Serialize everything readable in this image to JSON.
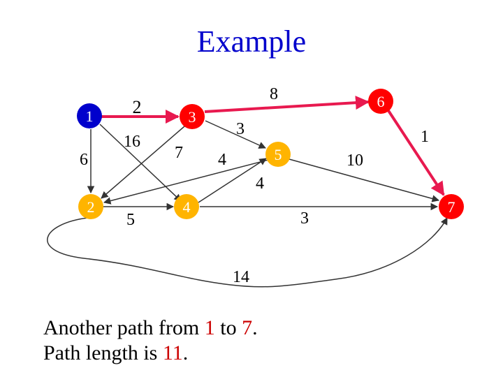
{
  "title": "Example",
  "caption": {
    "line1_prefix": "Another path from",
    "line1_from": "1",
    "line1_mid": "to",
    "line1_to": "7",
    "line1_suffix": ".",
    "line2_prefix": "Path length is",
    "line2_value": "11",
    "line2_suffix": "."
  },
  "colors": {
    "title": "#0000cc",
    "highlight": "#cc0000",
    "path_edge": "#e8194f",
    "normal_edge": "#333333",
    "node_start": "#0000cc",
    "node_path": "#ff0000",
    "node_other": "#ffb400",
    "node_label": "#ffffff"
  },
  "graph": {
    "nodes": [
      {
        "id": "1",
        "label": "1",
        "role": "start"
      },
      {
        "id": "2",
        "label": "2",
        "role": "other"
      },
      {
        "id": "3",
        "label": "3",
        "role": "path"
      },
      {
        "id": "4",
        "label": "4",
        "role": "other"
      },
      {
        "id": "5",
        "label": "5",
        "role": "other"
      },
      {
        "id": "6",
        "label": "6",
        "role": "path"
      },
      {
        "id": "7",
        "label": "7",
        "role": "path"
      }
    ],
    "edges": [
      {
        "id": "1-3",
        "weight": "2",
        "on_path": true
      },
      {
        "id": "1-2",
        "weight": "6",
        "on_path": false
      },
      {
        "id": "1-4",
        "weight": "16",
        "on_path": false
      },
      {
        "id": "3-2",
        "weight": "7",
        "on_path": false
      },
      {
        "id": "3-5",
        "weight": "3",
        "on_path": false
      },
      {
        "id": "3-6",
        "weight": "8",
        "on_path": true
      },
      {
        "id": "4-5",
        "weight": "4",
        "on_path": false
      },
      {
        "id": "5-2",
        "weight": "4",
        "on_path": false
      },
      {
        "id": "2-4",
        "weight": "5",
        "on_path": false
      },
      {
        "id": "5-7",
        "weight": "10",
        "on_path": false
      },
      {
        "id": "6-7",
        "weight": "1",
        "on_path": true
      },
      {
        "id": "4-7",
        "weight": "3",
        "on_path": false
      },
      {
        "id": "2-7",
        "weight": "14",
        "on_path": false
      }
    ]
  }
}
